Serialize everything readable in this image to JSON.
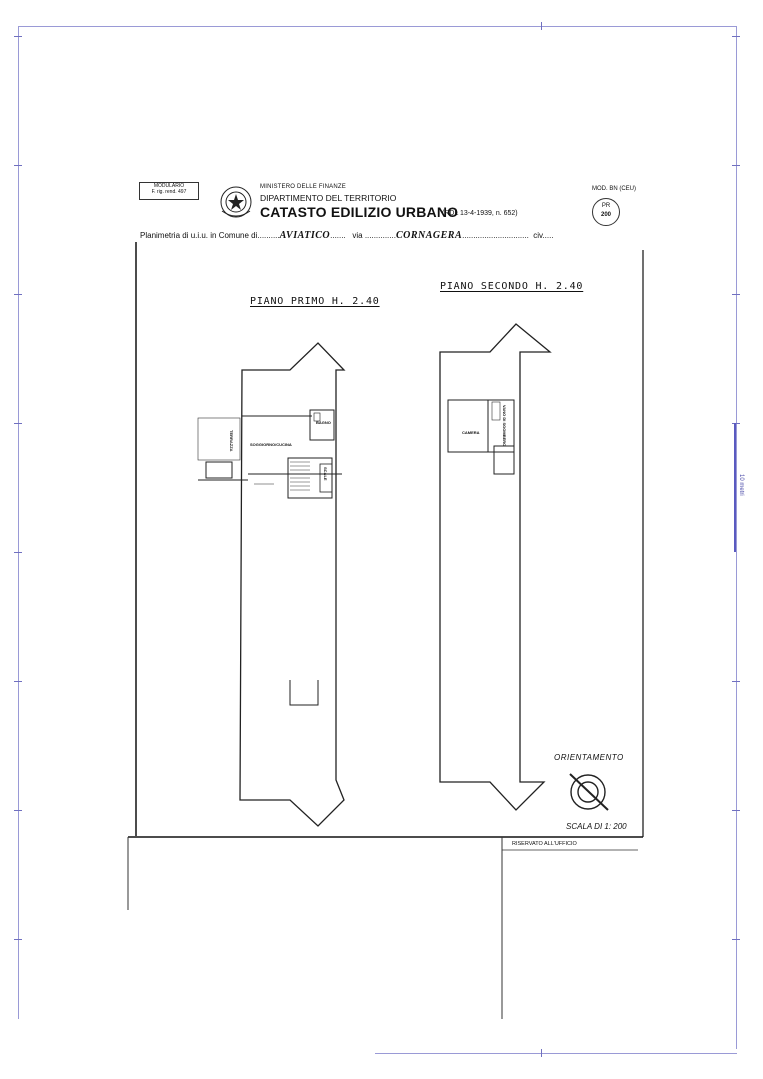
{
  "header": {
    "modulario_line1": "MODULARIO",
    "modulario_line2": "F. rig. rend. 497",
    "ministry": "MINISTERO DELLE FINANZE",
    "department": "DIPARTIMENTO DEL TERRITORIO",
    "title": "CATASTO EDILIZIO URBANO",
    "law_ref": "(RDL 13-4-1939, n. 652)",
    "model": "MOD. BN (CEU)",
    "stamp_top": "PR",
    "stamp_bottom": "200"
  },
  "planimetry": {
    "prefix": "Planimetria di u.i.u. in Comune di",
    "comune": "AVIATICO",
    "via_label": "via",
    "via": "CORNAGERA",
    "civ_label": "civ."
  },
  "floors": {
    "first": "PIANO PRIMO  H. 2.40",
    "second": "PIANO SECONDO  H. 2.40"
  },
  "rooms": {
    "terrazza": "TERRAZZA",
    "bagno": "BAGNO",
    "soggiorno": "SOGGIORNO/CUCINA",
    "scale": "SCALE",
    "camera": "CAMERA",
    "vano": "VANO DI SGOMBERO"
  },
  "orientation": "ORIENTAMENTO",
  "scale_text": "SCALA DI 1: 200",
  "riservato": "RISERVATO ALL'UFFICIO",
  "side_label": "10 metri"
}
